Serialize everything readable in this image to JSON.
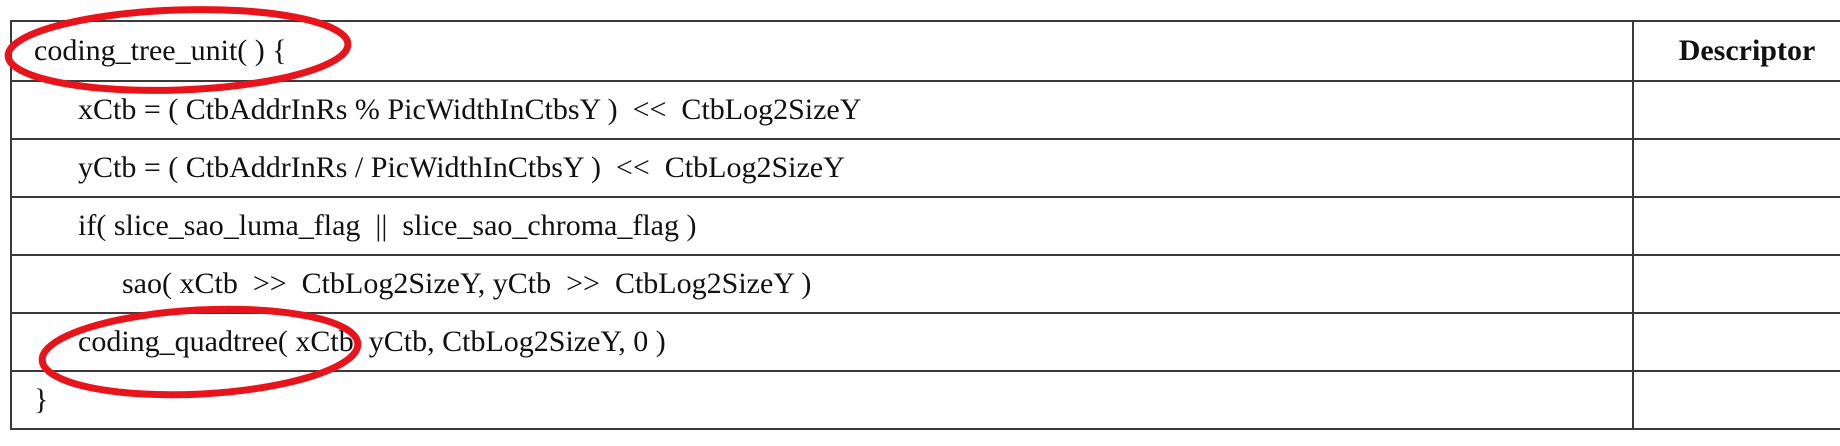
{
  "table": {
    "header_descriptor": "Descriptor",
    "rows": [
      {
        "text": "coding_tree_unit( ) {",
        "indent": 0,
        "descriptor": ""
      },
      {
        "text": "xCtb = ( CtbAddrInRs % PicWidthInCtbsY )  <<  CtbLog2SizeY",
        "indent": 1,
        "descriptor": ""
      },
      {
        "text": "yCtb = ( CtbAddrInRs / PicWidthInCtbsY )  <<  CtbLog2SizeY",
        "indent": 1,
        "descriptor": ""
      },
      {
        "text": "if( slice_sao_luma_flag  ||  slice_sao_chroma_flag )",
        "indent": 1,
        "descriptor": ""
      },
      {
        "text": "sao( xCtb  >>  CtbLog2SizeY, yCtb  >>  CtbLog2SizeY )",
        "indent": 2,
        "descriptor": ""
      },
      {
        "text": "coding_quadtree( xCtb, yCtb, CtbLog2SizeY, 0 )",
        "indent": 1,
        "descriptor": ""
      },
      {
        "text": "}",
        "indent": 0,
        "descriptor": ""
      }
    ]
  },
  "annotations": {
    "highlight_color": "#e8141c",
    "circled": [
      "coding_tree_unit( )",
      "coding_quadtree( x"
    ]
  }
}
